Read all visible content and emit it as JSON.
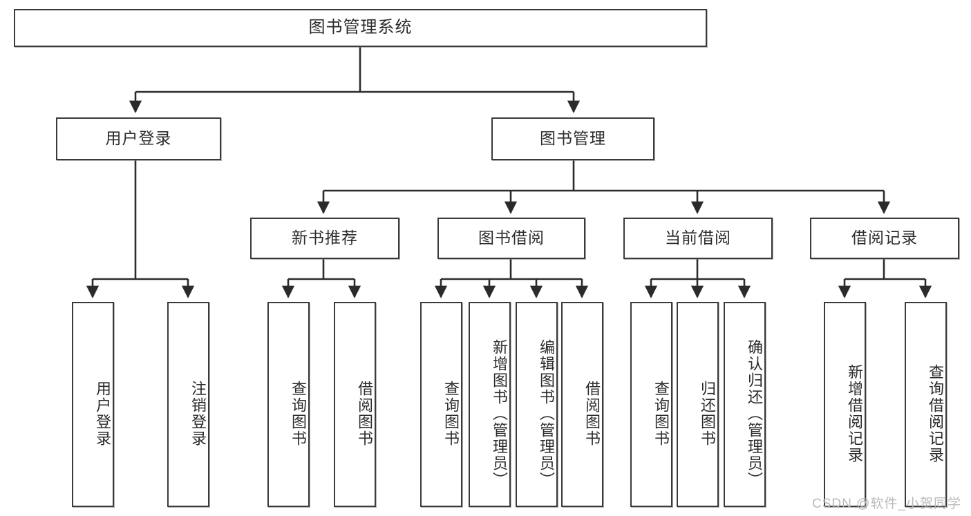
{
  "diagram": {
    "type": "tree",
    "title": "图书管理系统",
    "watermark": "CSDN @软件_小贺同学",
    "colors": {
      "box_border": "#3a3a3a",
      "box_fill": "#ffffff",
      "connector": "#2b2b2b",
      "text": "#2b2b2b",
      "watermark": "#b9b9b9"
    },
    "nodes": {
      "root": {
        "label": "图书管理系统"
      },
      "level2": [
        {
          "label": "用户登录"
        },
        {
          "label": "图书管理"
        }
      ],
      "level3": [
        {
          "label": "新书推荐"
        },
        {
          "label": "图书借阅"
        },
        {
          "label": "当前借阅"
        },
        {
          "label": "借阅记录"
        }
      ],
      "leaves": {
        "user_login": [
          {
            "label": "用户登录"
          },
          {
            "label": "注销登录"
          }
        ],
        "new_book_recommend": [
          {
            "label": "查询图书"
          },
          {
            "label": "借阅图书"
          }
        ],
        "book_borrow": [
          {
            "label": "查询图书"
          },
          {
            "label": "新增图书（管理员）"
          },
          {
            "label": "编辑图书（管理员）"
          },
          {
            "label": "借阅图书"
          }
        ],
        "current_borrow": [
          {
            "label": "查询图书"
          },
          {
            "label": "归还图书"
          },
          {
            "label": "确认归还（管理员）"
          }
        ],
        "borrow_record": [
          {
            "label": "新增借阅记录"
          },
          {
            "label": "查询借阅记录"
          }
        ]
      }
    }
  }
}
